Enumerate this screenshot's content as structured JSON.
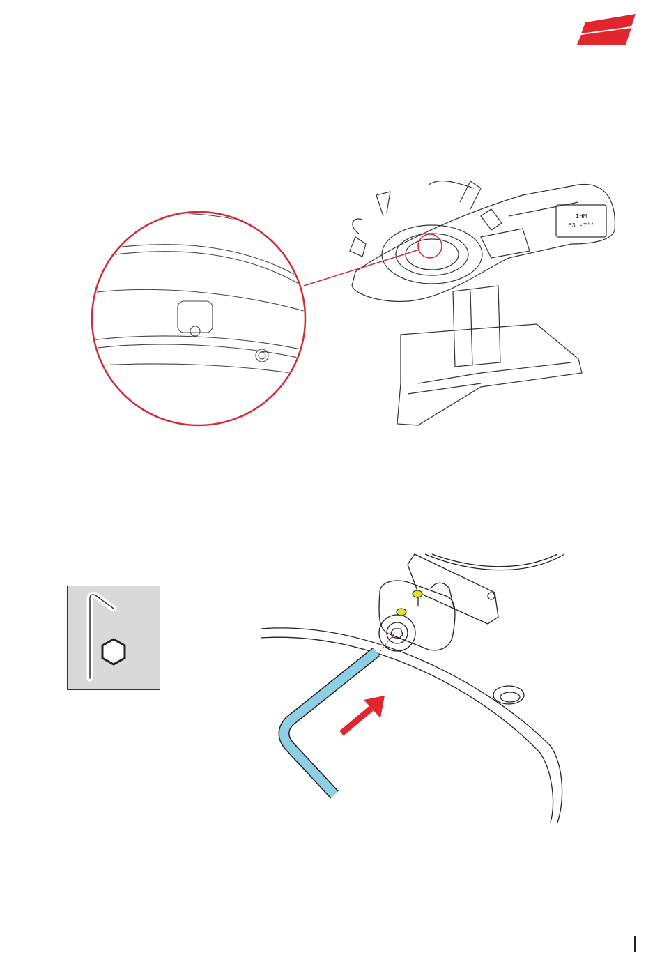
{
  "brand": {
    "logo_icon": "brand-stripes-logo",
    "accent_color": "#e1262d"
  },
  "figure_top": {
    "display_lines": [
      "IHM",
      "53 -7''"
    ],
    "callout_color": "#d32a35"
  },
  "tool_icon": {
    "name": "hex-key-icon",
    "background": "#d9d9d9"
  },
  "figure_bottom": {
    "wrench_color": "#8fcfe6",
    "arrow_color": "#e1262d",
    "indicator_color": "#e8e020"
  }
}
